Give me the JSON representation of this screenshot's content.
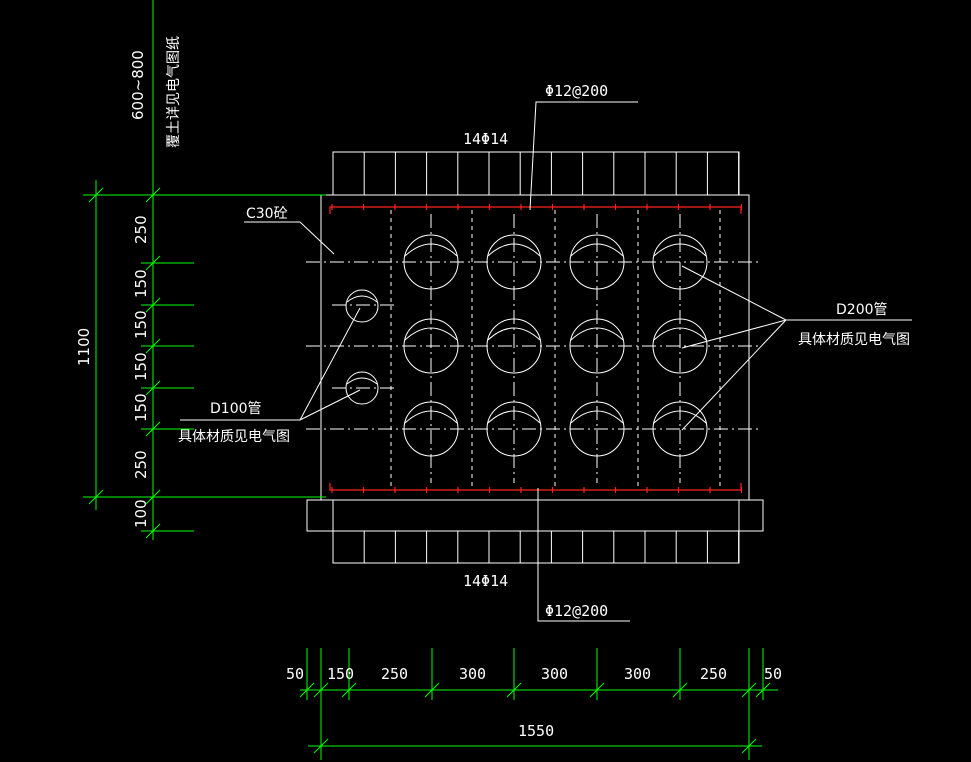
{
  "labels": {
    "top_rebar_spacing": "Φ12@200",
    "top_rebar_count": "14Φ14",
    "bottom_rebar_count": "14Φ14",
    "bottom_rebar_spacing": "Φ12@200",
    "concrete_grade": "C30砼",
    "d200_pipe": "D200管",
    "d200_material": "具体材质见电气图",
    "d100_pipe": "D100管",
    "d100_material": "具体材质见电气图",
    "cover_depth": "600~800",
    "cover_note": "覆土详见电气图纸"
  },
  "vertical_dims": {
    "total": "1100",
    "segments": [
      "250",
      "150",
      "150",
      "150",
      "150",
      "250",
      "100"
    ]
  },
  "horizontal_dims": {
    "total": "1550",
    "segments": [
      "50",
      "150",
      "250",
      "300",
      "300",
      "300",
      "250",
      "50"
    ]
  },
  "colors": {
    "background": "#000000",
    "lines": "#ffffff",
    "dimensions": "#00ff00",
    "rebar": "#ff2020"
  }
}
